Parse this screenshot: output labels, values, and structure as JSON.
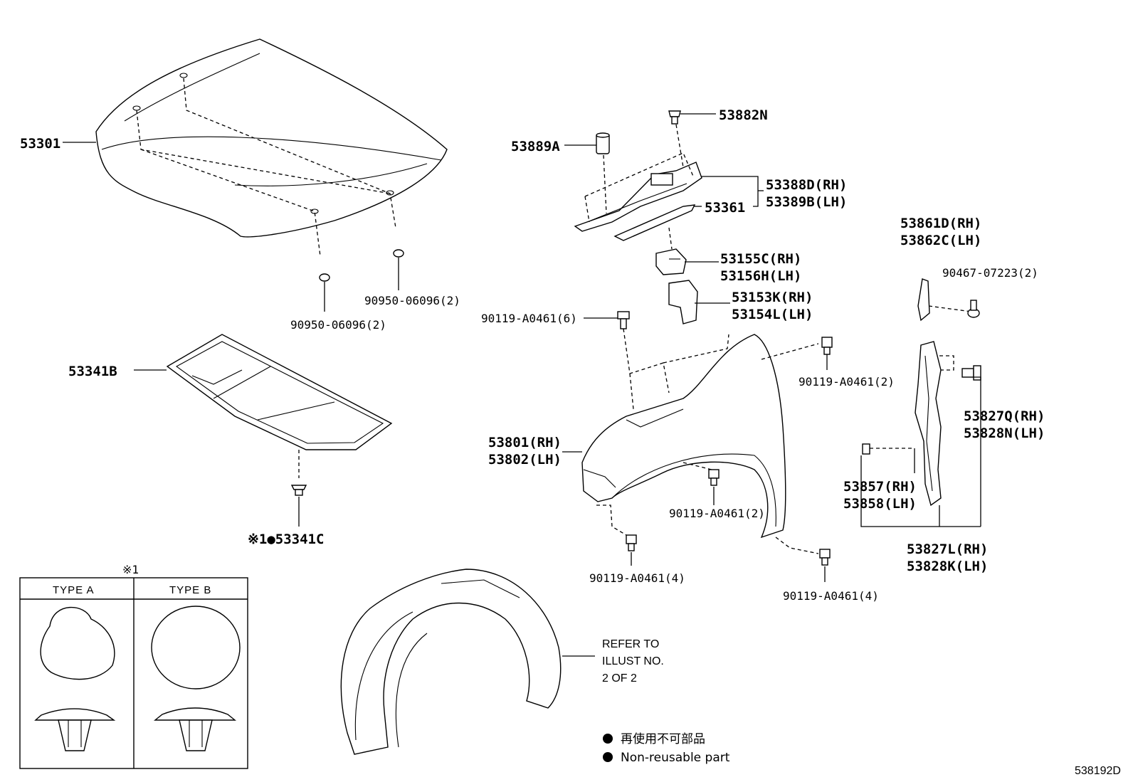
{
  "parts": {
    "p53301": "53301",
    "p53341b": "53341B",
    "p53341c": "※1●53341C",
    "p90950_a": "90950-06096(2)",
    "p90950_b": "90950-06096(2)",
    "p53882n": "53882N",
    "p53889a": "53889A",
    "p53388d": "53388D(RH)",
    "p53389b": "53389B(LH)",
    "p53361": "53361",
    "p53155c": "53155C(RH)",
    "p53156h": "53156H(LH)",
    "p53153k": "53153K(RH)",
    "p53154l": "53154L(LH)",
    "p90119_6": "90119-A0461(6)",
    "p90119_2a": "90119-A0461(2)",
    "p90119_2b": "90119-A0461(2)",
    "p90119_4a": "90119-A0461(4)",
    "p90119_4b": "90119-A0461(4)",
    "p53801": "53801(RH)",
    "p53802": "53802(LH)",
    "p53861d": "53861D(RH)",
    "p53862c": "53862C(LH)",
    "p90467": "90467-07223(2)",
    "p53827q": "53827Q(RH)",
    "p53828n": "53828N(LH)",
    "p53857": "53857(RH)",
    "p53858": "53858(LH)",
    "p53827l": "53827L(RH)",
    "p53828k": "53828K(LH)"
  },
  "clip_table": {
    "mark": "※1",
    "type_a": "TYPE A",
    "type_b": "TYPE B"
  },
  "refer_note": {
    "line1": "REFER TO",
    "line2": "ILLUST NO.",
    "line3": "2 OF 2"
  },
  "legend": {
    "jp": "再使用不可部品",
    "en": "Non-reusable part"
  },
  "diagram_id": "538192D"
}
